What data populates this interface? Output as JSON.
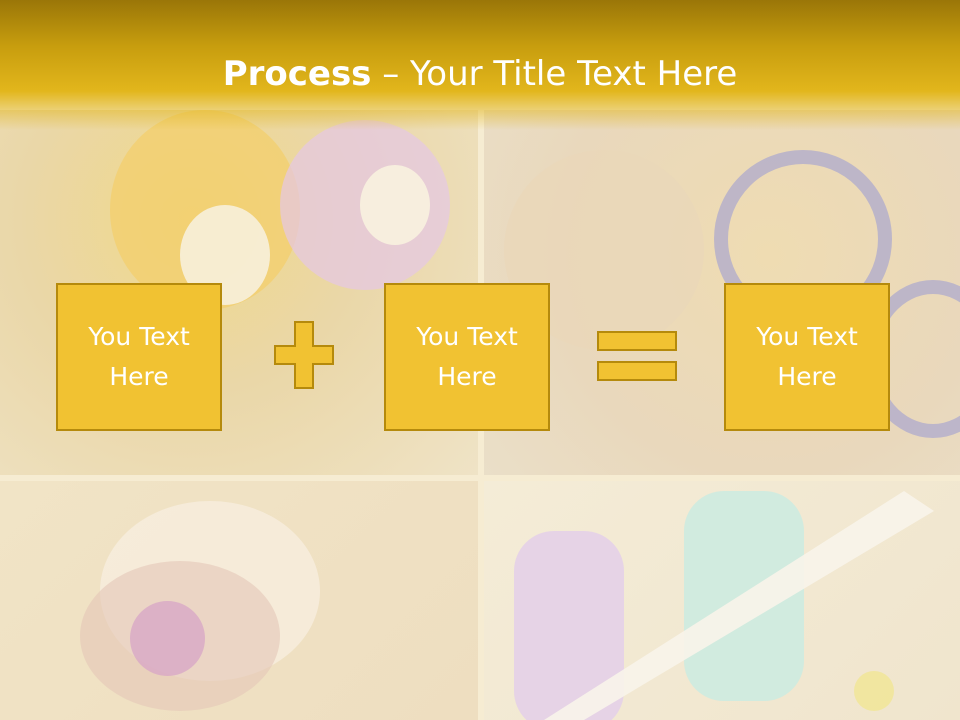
{
  "title": {
    "bold": "Process",
    "rest": " – Your Title Text Here"
  },
  "boxes": [
    {
      "text": "You Text\nHere"
    },
    {
      "text": "You Text\nHere"
    },
    {
      "text": "You Text\nHere"
    }
  ],
  "operators": [
    "plus",
    "equals"
  ],
  "colors": {
    "title_bar": "#c79d0e",
    "box_fill": "#f1c232",
    "box_border": "#b58a0c",
    "text": "#ffffff"
  }
}
